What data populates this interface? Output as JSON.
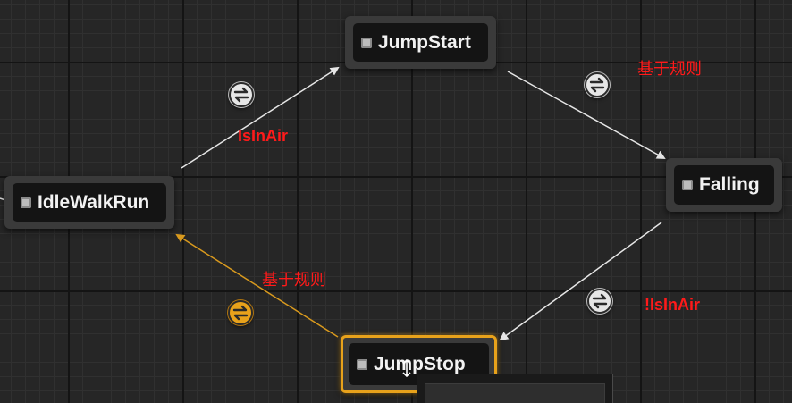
{
  "state_machine": {
    "states": [
      {
        "id": "idle",
        "label": "IdleWalkRun",
        "selected": false
      },
      {
        "id": "jumpstart",
        "label": "JumpStart",
        "selected": false
      },
      {
        "id": "falling",
        "label": "Falling",
        "selected": false
      },
      {
        "id": "jumpstop",
        "label": "JumpStop",
        "selected": true
      }
    ],
    "annotations": {
      "idle_to_jumpstart": "IsInAir",
      "jumpstart_to_falling": "基于规则",
      "falling_to_jumpstop": "!IsInAir",
      "jumpstop_to_idle": "基于规则"
    }
  },
  "colors": {
    "grid_background": "#262626",
    "wire": "#e6e6e6",
    "active_wire": "#d99a1e",
    "selected_outline": "#e8a21b",
    "annotation_text": "#ff1a1a"
  },
  "icons": {
    "transition": "transition-rule-icon",
    "state": "state-node-icon",
    "cursor": "move-cursor-icon"
  }
}
